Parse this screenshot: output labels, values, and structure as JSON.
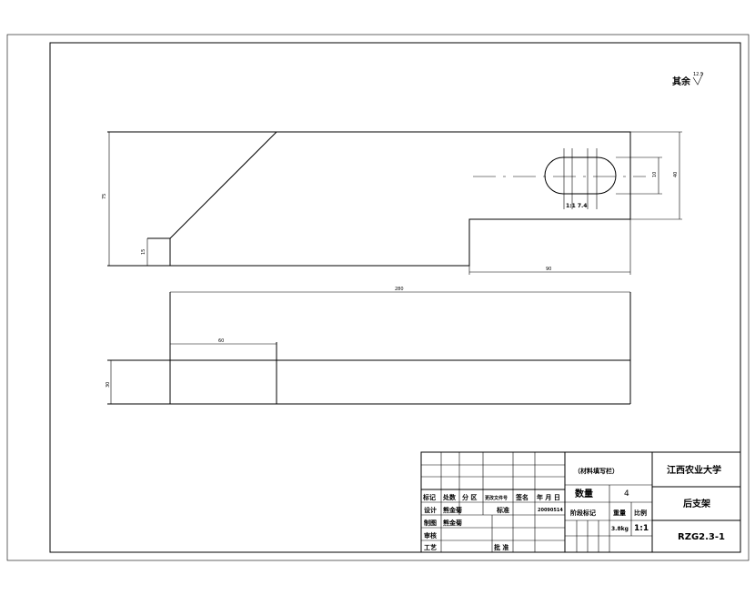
{
  "surface_note": {
    "label": "其余",
    "roughness": "12.5"
  },
  "dimensions": {
    "front_height": "75",
    "notch_height": "15",
    "slot_small": "10",
    "slot_large": "40",
    "step_width": "90",
    "slot_label": "1:1 7.4",
    "top_overall": "280",
    "top_left": "60",
    "top_height": "30"
  },
  "title_block": {
    "material_note": "（材料填写栏）",
    "school": "江西农业大学",
    "quantity_label": "数量",
    "quantity_value": "4",
    "part_name": "后支架",
    "stage_label": "阶段标记",
    "weight_label": "重量",
    "scale_label": "比例",
    "weight_value": "3.8kg",
    "scale_value": "1:1",
    "drawing_number": "RZG2.3-1",
    "header_cols": [
      "标记",
      "处数",
      "分 区",
      "更改文件号",
      "签名",
      "年 月 日"
    ],
    "design_label": "设计",
    "design_name": "熊金菊",
    "standard_label": "标准",
    "date_value": "20090514",
    "draft_label": "制图",
    "draft_name": "熊金菊",
    "review_label": "审核",
    "process_label": "工艺",
    "approve_label": "批 准"
  }
}
